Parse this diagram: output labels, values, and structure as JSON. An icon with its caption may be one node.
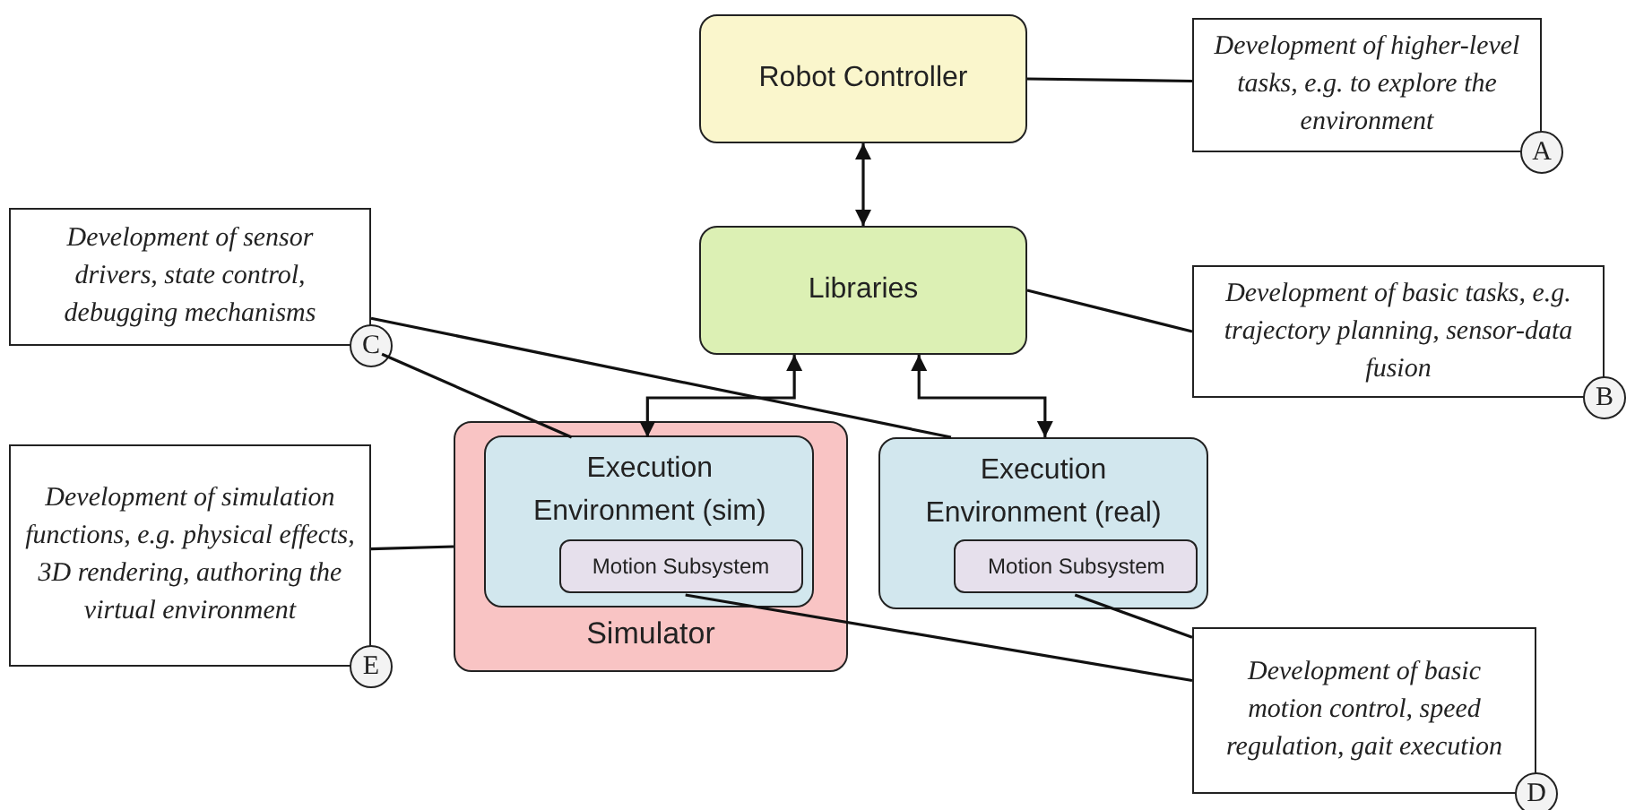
{
  "diagram": {
    "nodes": [
      {
        "text": [
          "Robot Controller"
        ]
      },
      {
        "text": [
          "Libraries"
        ]
      },
      {
        "text": [
          "Simulator"
        ]
      },
      {
        "text": [
          "Execution Environment (sim)"
        ],
        "in": 2
      },
      {
        "text": [
          "Motion Subsystem"
        ],
        "in": 3
      },
      {
        "text": [
          "Execution Environment (real)"
        ]
      },
      {
        "text": [
          "Motion Subsystem"
        ],
        "in": 5
      },
      {
        "text": [
          "Development of higher-level tasks, e.g. to explore the environment",
          "A"
        ]
      },
      {
        "text": [
          "Development of basic tasks, e.g. trajectory planning, sensor-data fusion",
          "B"
        ]
      },
      {
        "text": [
          "Development of sensor drivers, state control, debugging mechanisms",
          "C"
        ]
      },
      {
        "text": [
          "Development of simulation functions, e.g. physical effects, 3D rendering, authoring the virtual environment",
          "E"
        ]
      },
      {
        "text": [
          "Development of basic motion control, speed regulation, gait execution",
          "D"
        ]
      }
    ],
    "edges": [
      {
        "from": 0,
        "to": 1,
        "arrow": "both"
      },
      {
        "from": 1,
        "to": 3,
        "arrow": "both"
      },
      {
        "from": 1,
        "to": 5,
        "arrow": "both"
      },
      {
        "from": 7,
        "to": 0,
        "arrow": "none"
      },
      {
        "from": 8,
        "to": 1,
        "arrow": "none"
      },
      {
        "from": 9,
        "to": 3,
        "arrow": "none"
      },
      {
        "from": 9,
        "to": 5,
        "arrow": "none"
      },
      {
        "from": 10,
        "to": 2,
        "arrow": "none"
      },
      {
        "from": 11,
        "to": 4,
        "arrow": "none"
      },
      {
        "from": 11,
        "to": 6,
        "arrow": "none"
      }
    ]
  }
}
